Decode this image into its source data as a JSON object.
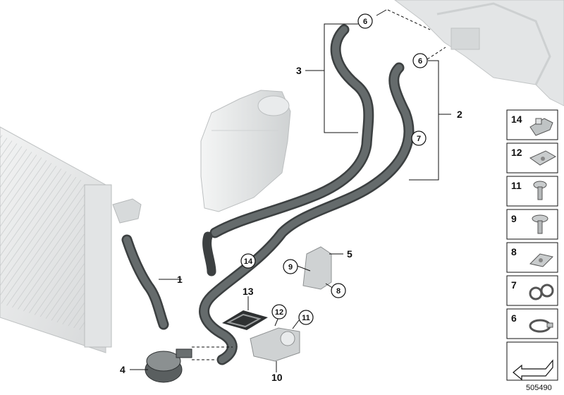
{
  "callouts": [
    "1",
    "2",
    "3",
    "4",
    "5",
    "6",
    "6",
    "7",
    "8",
    "9",
    "10",
    "11",
    "12",
    "13",
    "14"
  ],
  "legend": {
    "items": [
      {
        "num": "14",
        "icon": "hose-clamp-clip-icon"
      },
      {
        "num": "12",
        "icon": "spring-nut-icon"
      },
      {
        "num": "11",
        "icon": "torx-screw-icon"
      },
      {
        "num": "9",
        "icon": "hex-screw-icon"
      },
      {
        "num": "8",
        "icon": "square-nut-icon"
      },
      {
        "num": "7",
        "icon": "double-clip-icon"
      },
      {
        "num": "6",
        "icon": "hose-clamp-icon"
      },
      {
        "num": "",
        "icon": "arrow-indicator-icon"
      }
    ]
  },
  "diagram_id": "505490",
  "colors": {
    "line": "#111111",
    "hose": "#4a4f50",
    "part": "#d8dadb"
  }
}
